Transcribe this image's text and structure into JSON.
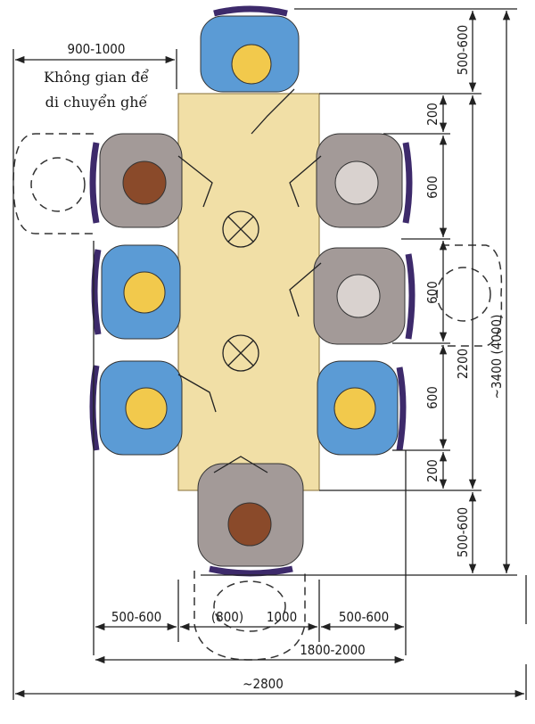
{
  "colors": {
    "table": "#f1dfa6",
    "blue_shirt": "#5b9bd5",
    "gray_shirt": "#a39a98",
    "chair": "#3d2a6b",
    "hair_blond": "#f2c94c",
    "hair_brown": "#8a4a2a"
  },
  "labels": {
    "move_space_width": "900-1000",
    "move_space_line1": "Không gian để",
    "move_space_line2": "di chuyển ghế",
    "top_clearance": "500-600",
    "end_gap_top": "200",
    "seat_1": "600",
    "seat_2": "600",
    "table_length": "2200",
    "seat_3": "600",
    "end_gap_bottom": "200",
    "bottom_clearance": "500-600",
    "total_length": "~3400 (4000)",
    "left_clearance": "500-600",
    "table_width_alt": "(800)",
    "table_width": "1000",
    "right_clearance": "500-600",
    "seated_width": "1800-2000",
    "total_width": "~2800"
  }
}
